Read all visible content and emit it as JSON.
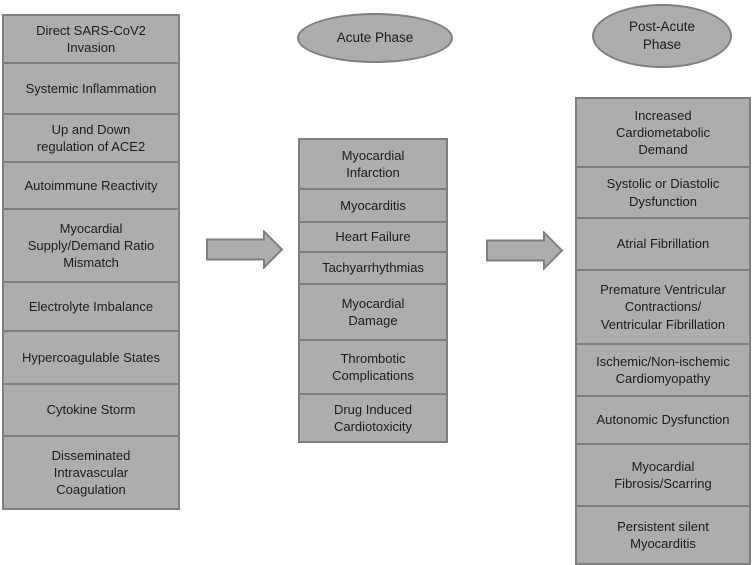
{
  "colors": {
    "box_fill": "#ADADAD",
    "box_border": "#7F7F7F",
    "text": "#1C1C1C",
    "background": "#FFFFFF"
  },
  "causes": {
    "items": [
      "Direct SARS-CoV2\nInvasion",
      "Systemic Inflammation",
      "Up and Down\nregulation of ACE2",
      "Autoimmune Reactivity",
      "Myocardial\nSupply/Demand Ratio\nMismatch",
      "Electrolyte Imbalance",
      "Hypercoagulable States",
      "Cytokine Storm",
      "Disseminated\nIntravascular\nCoagulation"
    ]
  },
  "acute": {
    "title": "Acute Phase",
    "items": [
      "Myocardial\nInfarction",
      "Myocarditis",
      "Heart Failure",
      "Tachyarrhythmias",
      "Myocardial\nDamage",
      "Thrombotic\nComplications",
      "Drug Induced\nCardiotoxicity"
    ]
  },
  "post_acute": {
    "title": "Post-Acute\nPhase",
    "items": [
      "Increased\nCardiometabolic\nDemand",
      "Systolic or Diastolic\nDysfunction",
      "Atrial Fibrillation",
      "Premature Ventricular\nContractions/\nVentricular Fibrillation",
      "Ischemic/Non-ischemic\nCardiomyopathy",
      "Autonomic Dysfunction",
      "Myocardial\nFibrosis/Scarring",
      "Persistent silent\nMyocarditis"
    ]
  }
}
